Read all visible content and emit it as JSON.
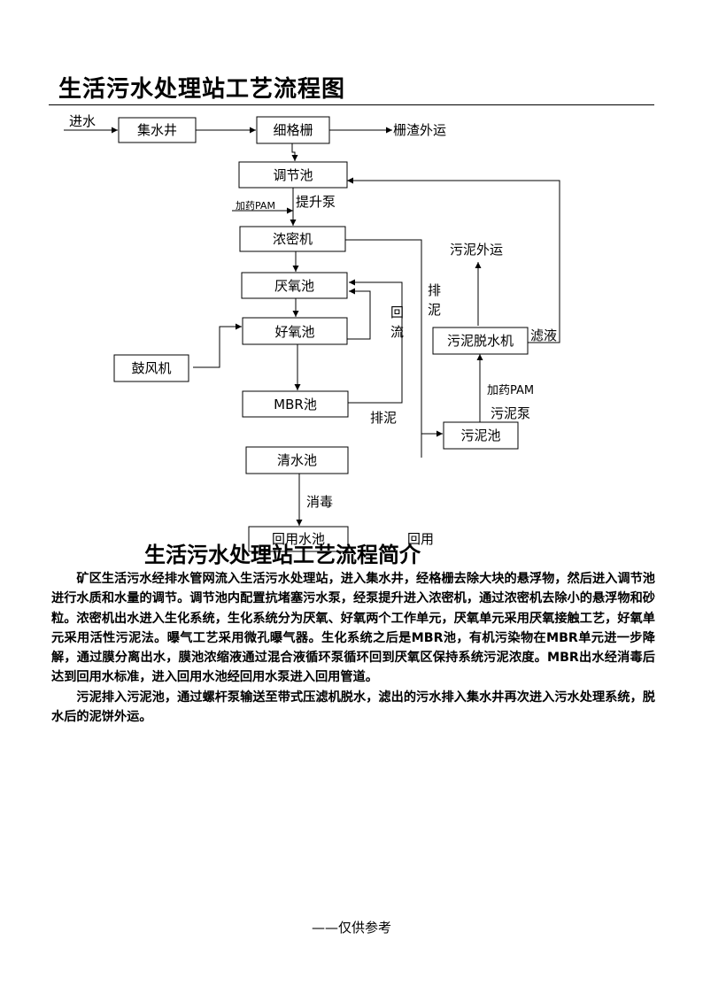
{
  "title": "生活污水处理站工艺流程图",
  "diagram": {
    "nodes": {
      "collection_well": "集水井",
      "fine_screen": "细格栅",
      "equalization_tank": "调节池",
      "thickener": "浓密机",
      "anoxic_tank": "厌氧池",
      "aerobic_tank": "好氧池",
      "blower": "鼓风机",
      "mbr_tank": "MBR池",
      "sludge_tank": "污泥池",
      "sludge_dewatering": "污泥脱水机",
      "clear_water_tank": "清水池",
      "reuse_tank": "回用水池"
    },
    "labels": {
      "inflow": "进水",
      "screenings_out": "栅渣外运",
      "dosing_pam_1": "加药PAM",
      "lift_pump": "提升泵",
      "sludge_out": "污泥外运",
      "discharge_1": "排",
      "discharge_2": "泥",
      "reflux_1": "回",
      "reflux_2": "流",
      "filtrate": "滤液",
      "dosing_pam_2": "加药PAM",
      "sludge_pump": "污泥泵",
      "discharge_sludge": "排泥",
      "disinfection": "消毒",
      "reuse": "回用"
    }
  },
  "intro": {
    "title": "生活污水处理站工艺流程简介",
    "paragraphs": [
      "矿区生活污水经排水管网流入生活污水处理站，进入集水井，经格栅去除大块的悬浮物，然后进入调节池进行水质和水量的调节。调节池内配置抗堵塞污水泵，经泵提升进入浓密机，通过浓密机去除小的悬浮物和砂粒。浓密机出水进入生化系统，生化系统分为厌氧、好氧两个工作单元，厌氧单元采用厌氧接触工艺，好氧单元采用活性污泥法。曝气工艺采用微孔曝气器。生化系统之后是MBR池，有机污染物在MBR单元进一步降解，通过膜分离出水，膜池浓缩液通过混合液循环泵循环回到厌氧区保持系统污泥浓度。MBR出水经消毒后达到回用水标准，进入回用水池经回用水泵进入回用管道。",
      "污泥排入污泥池，通过螺杆泵输送至带式压滤机脱水，滤出的污水排入集水井再次进入污水处理系统，脱水后的泥饼外运。"
    ]
  },
  "footer": "——仅供参考"
}
